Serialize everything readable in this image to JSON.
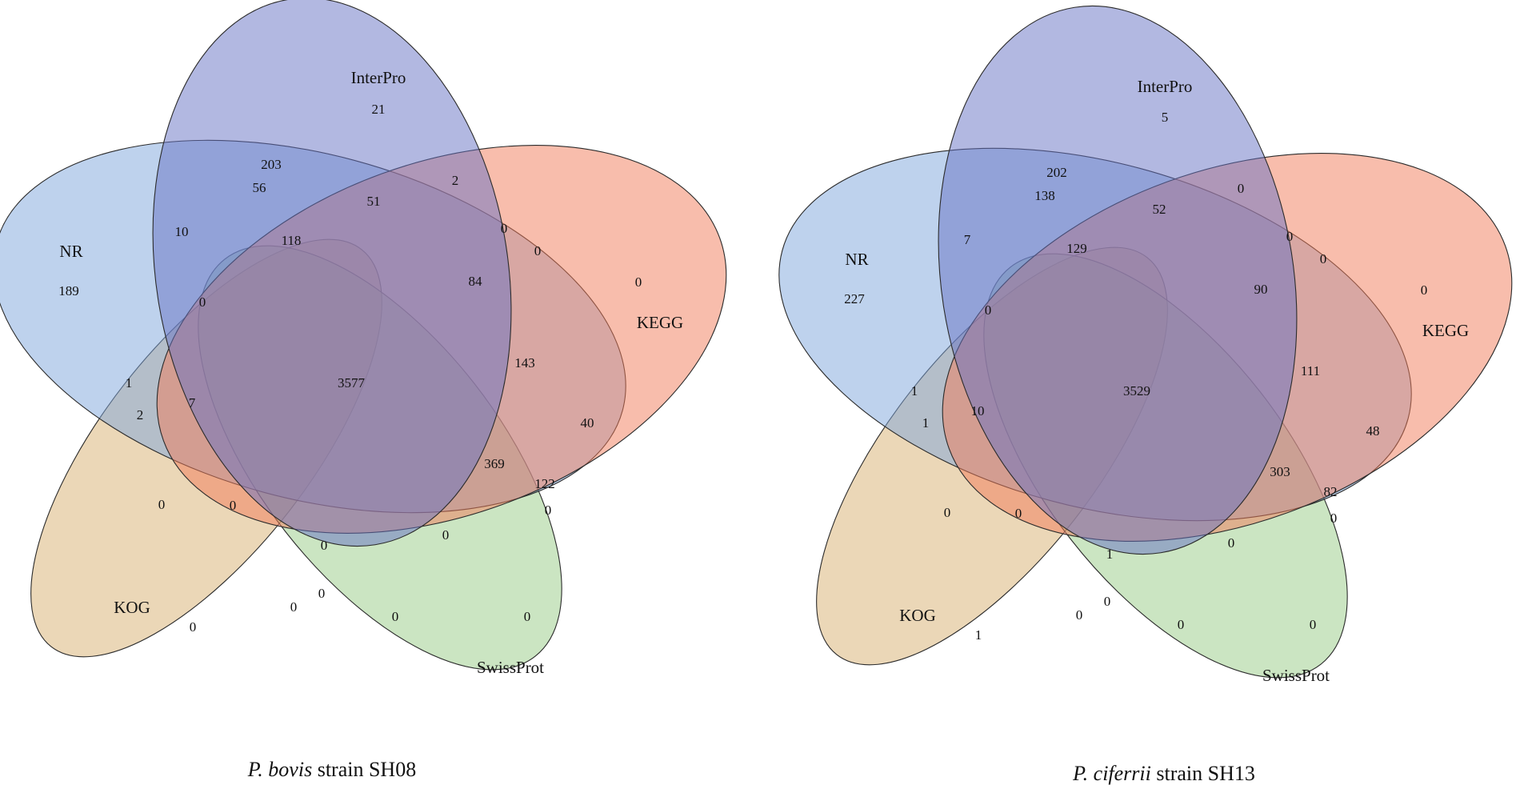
{
  "colors": {
    "NR": "#7ea5dc",
    "InterPro": "#6672c4",
    "KEGG": "#f27b59",
    "KOG": "#d7b06f",
    "SwissProt": "#98cc86",
    "teal": "#4fa596",
    "brown": "#a17c6a"
  },
  "panels": [
    {
      "caption": {
        "species": "P. bovis",
        "strain": "strain SH08"
      },
      "labels": {
        "NR": "NR",
        "InterPro": "InterPro",
        "KEGG": "KEGG",
        "KOG": "KOG",
        "SwissProt": "SwissProt"
      },
      "counts": [
        "21",
        "203",
        "56",
        "51",
        "2",
        "10",
        "118",
        "0",
        "0",
        "84",
        "NR_189",
        "0",
        "143",
        "3577",
        "1",
        "7",
        "2",
        "40",
        "369",
        "122",
        "0",
        "0",
        "0",
        "0",
        "0",
        "0",
        "0",
        "0",
        "0",
        "0",
        "0"
      ]
    },
    {
      "caption": {
        "species": "P. ciferrii",
        "strain": "strain SH13"
      },
      "labels": {
        "NR": "NR",
        "InterPro": "InterPro",
        "KEGG": "KEGG",
        "KOG": "KOG",
        "SwissProt": "SwissProt"
      },
      "counts": [
        "5",
        "202",
        "138",
        "52",
        "0",
        "7",
        "129",
        "0",
        "0",
        "90",
        "NR_227",
        "0",
        "111",
        "3529",
        "1",
        "10",
        "1",
        "48",
        "303",
        "82",
        "0",
        "0",
        "0",
        "1",
        "0",
        "0",
        "0",
        "0",
        "0",
        "1",
        "0"
      ]
    }
  ]
}
